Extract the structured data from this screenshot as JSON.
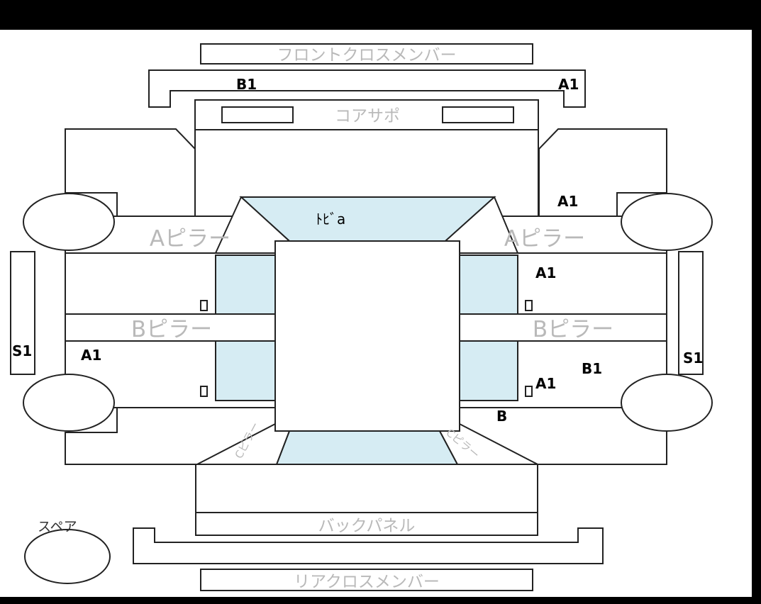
{
  "labels": {
    "front_cross_member": "フロントクロスメンバー",
    "core_support": "コアサポ",
    "a_pillar_left": "Aピラー",
    "a_pillar_right": "Aピラー",
    "b_pillar_left": "Bピラー",
    "b_pillar_right": "Bピラー",
    "c_pillar_left": "Cピラー",
    "c_pillar_right": "Cピラー",
    "back_panel": "バックパネル",
    "rear_cross_member": "リアクロスメンバー",
    "spare": "スペア"
  },
  "roof_mark": "ﾄﾋﾞa",
  "damage_codes": {
    "front_member_left": "B1",
    "front_member_right": "A1",
    "right_front_fender": "A1",
    "right_front_door": "A1",
    "right_rear_door": "A1",
    "right_rear_door_extra": "B1",
    "right_quarter": "B",
    "left_rear_door": "A1",
    "left_sill": "S1",
    "right_sill": "S1"
  },
  "colors": {
    "background": "#000000",
    "panel": "#ffffff",
    "glass": "#d6ecf3",
    "stroke": "#222222",
    "label_gray": "#b9b9b9"
  }
}
